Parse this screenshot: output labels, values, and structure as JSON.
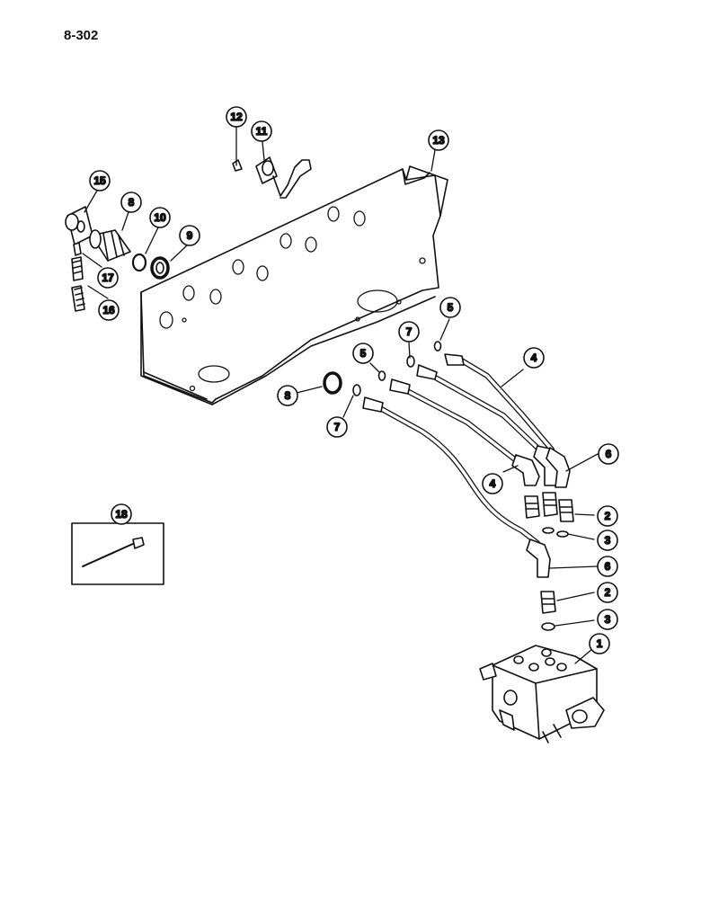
{
  "page_number": "8-302",
  "callouts": {
    "c1": "1",
    "c2a": "2",
    "c2b": "2",
    "c3a": "3",
    "c3b": "3",
    "c4a": "4",
    "c4b": "4",
    "c5a": "5",
    "c5b": "5",
    "c6a": "6",
    "c6b": "6",
    "c7a": "7",
    "c7b": "7",
    "c8a": "8",
    "c8b": "8",
    "c9": "9",
    "c10": "10",
    "c11": "11",
    "c12": "12",
    "c13": "13",
    "c15": "15",
    "c16": "16",
    "c17": "17",
    "c18": "18"
  },
  "colors": {
    "line": "#111111",
    "background": "#ffffff"
  }
}
